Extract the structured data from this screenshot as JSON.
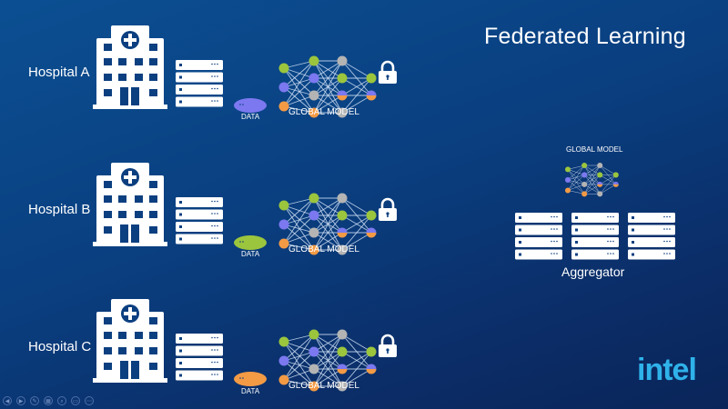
{
  "slide": {
    "title": "Federated Learning",
    "brand_logo": "intel",
    "colors": {
      "background_top": "#0b4f92",
      "background_bottom": "#0a2559",
      "node_green": "#9bc53d",
      "node_purple": "#7b78f0",
      "node_orange": "#f39a45",
      "node_gray": "#b4b4b4",
      "brand": "#2fb2ea"
    },
    "hospitals": [
      {
        "name": "Hospital A",
        "data_label": "DATA",
        "data_color": "#7b78f0",
        "model_label": "GLOBAL MODEL",
        "lock_icon": "lock-icon"
      },
      {
        "name": "Hospital B",
        "data_label": "DATA",
        "data_color": "#9bc53d",
        "model_label": "GLOBAL MODEL",
        "lock_icon": "lock-icon"
      },
      {
        "name": "Hospital C",
        "data_label": "DATA",
        "data_color": "#f39a45",
        "model_label": "GLOBAL MODEL",
        "lock_icon": "lock-icon"
      }
    ],
    "aggregator": {
      "label": "Aggregator",
      "model_label": "GLOBAL MODEL",
      "server_stacks": 3
    },
    "network": {
      "layers": [
        [
          "green",
          "purple",
          "orange"
        ],
        [
          "green",
          "purple",
          "gray",
          "orange"
        ],
        [
          "gray",
          "green",
          "purple-orange",
          "gray"
        ],
        [
          "green",
          "purple-orange"
        ]
      ]
    }
  },
  "presenter_controls": [
    {
      "name": "previous-slide",
      "icon": "◀"
    },
    {
      "name": "next-slide",
      "icon": "▶"
    },
    {
      "name": "pen",
      "icon": "✎"
    },
    {
      "name": "see-all-slides",
      "icon": "▦"
    },
    {
      "name": "zoom",
      "icon": "⌕"
    },
    {
      "name": "subtitles",
      "icon": "▭"
    },
    {
      "name": "more-options",
      "icon": "⋯"
    }
  ]
}
